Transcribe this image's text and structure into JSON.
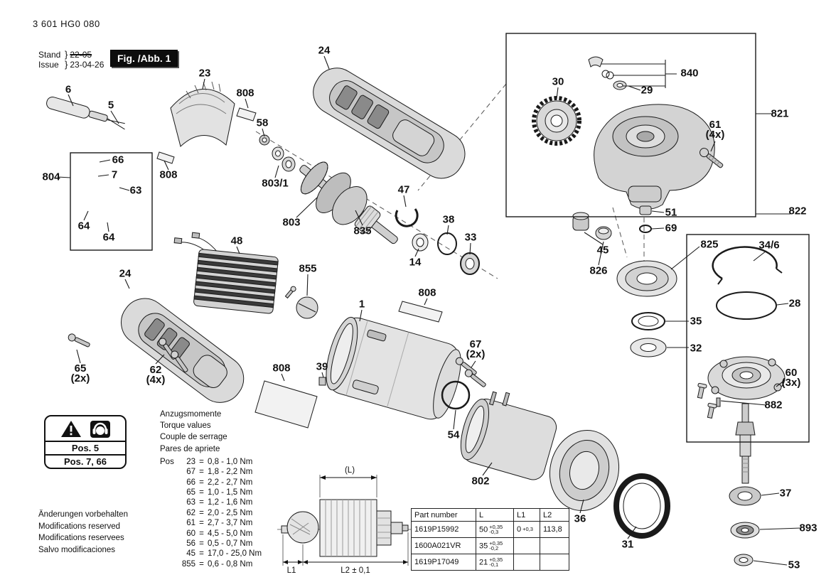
{
  "document": {
    "part_number": "3 601 HG0 080",
    "stand_label": "Stand",
    "stand_value": "22-05",
    "issue_label": "Issue",
    "issue_value": "23-04-26",
    "brace": "}",
    "figure_label": "Fig. /Abb. 1"
  },
  "warning_box": {
    "row1": "Pos. 5",
    "row2": "Pos. 7, 66"
  },
  "footer_notes": {
    "line1": "Änderungen vorbehalten",
    "line2": "Modifications reserved",
    "line3": "Modifications reservees",
    "line4": "Salvo modificaciones"
  },
  "torque_table": {
    "title1": "Anzugsmomente",
    "title2": "Torque values",
    "title3": "Couple de serrage",
    "title4": "Pares de apriete",
    "pos_prefix": "Pos",
    "eq": "=",
    "rows": [
      {
        "pos": "23",
        "val": "0,8 - 1,0 Nm"
      },
      {
        "pos": "67",
        "val": "1,8 - 2,2 Nm"
      },
      {
        "pos": "66",
        "val": "2,2 - 2,7 Nm"
      },
      {
        "pos": "65",
        "val": "1,0 - 1,5 Nm"
      },
      {
        "pos": "63",
        "val": "1,2 - 1,6 Nm"
      },
      {
        "pos": "62",
        "val": "2,0 - 2,5 Nm"
      },
      {
        "pos": "61",
        "val": "2,7 - 3,7 Nm"
      },
      {
        "pos": "60",
        "val": "4,5 - 5,0 Nm"
      },
      {
        "pos": "56",
        "val": "0,5 - 0,7 Nm"
      },
      {
        "pos": "45",
        "val": "17,0 - 25,0 Nm"
      },
      {
        "pos": "855",
        "val": "0,6 - 0,8 Nm"
      }
    ]
  },
  "dimension_table": {
    "headers": {
      "part": "Part number",
      "l": "L",
      "l1": "L1",
      "l2": "L2"
    },
    "rows": [
      {
        "part": "1619P15992",
        "l": "50",
        "l_tol_up": "+0,35",
        "l_tol_dn": "-0,3",
        "l1": "0",
        "l1_tol_up": "+0,3",
        "l2": "113,8"
      },
      {
        "part": "1600A021VR",
        "l": "35",
        "l_tol_up": "+0,35",
        "l_tol_dn": "-0,2",
        "l1": "",
        "l1_tol_up": "",
        "l2": ""
      },
      {
        "part": "1619P17049",
        "l": "21",
        "l_tol_up": "+0,35",
        "l_tol_dn": "-0,1",
        "l1": "",
        "l1_tol_up": "",
        "l2": ""
      }
    ]
  },
  "dimension_drawing": {
    "top": "(L)",
    "left": "L1",
    "bottom": "L2 ± 0,1"
  },
  "labels": {
    "p1": "1",
    "p5": "5",
    "p6": "6",
    "p7": "7",
    "p14": "14",
    "p23": "23",
    "p24": "24",
    "p28": "28",
    "p29": "29",
    "p30": "30",
    "p31": "31",
    "p32": "32",
    "p33": "33",
    "p34_6": "34/6",
    "p35": "35",
    "p36": "36",
    "p37": "37",
    "p38": "38",
    "p39": "39",
    "p45": "45",
    "p47": "47",
    "p48": "48",
    "p51": "51",
    "p53": "53",
    "p54": "54",
    "p58": "58",
    "p60": "60",
    "p61": "61",
    "p62": "62",
    "p63": "63",
    "p64": "64",
    "p65": "65",
    "p66": "66",
    "p67": "67",
    "p69": "69",
    "p802": "802",
    "p803": "803",
    "p803_1": "803/1",
    "p804": "804",
    "p808": "808",
    "p821": "821",
    "p822": "822",
    "p825": "825",
    "p826": "826",
    "p835": "835",
    "p840": "840",
    "p855": "855",
    "p882": "882",
    "p893": "893",
    "q2x": "(2x)",
    "q3x": "(3x)",
    "q4x": "(4x)"
  }
}
